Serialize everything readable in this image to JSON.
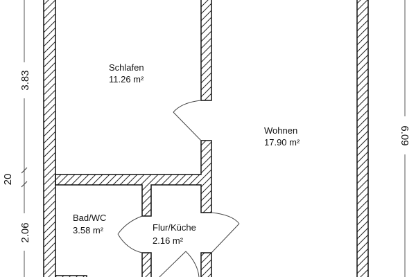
{
  "plan": {
    "colors": {
      "wall_stroke": "#111111",
      "hatch": "#222222",
      "dim_line": "#555555",
      "door": "#444444",
      "background": "#ffffff"
    },
    "rooms": [
      {
        "name": "Schlafen",
        "area": "11.26 m²"
      },
      {
        "name": "Wohnen",
        "area": "17.90 m²"
      },
      {
        "name": "Bad/WC",
        "area": "3.58 m²"
      },
      {
        "name": "Flur/Küche",
        "area": "2.16 m²"
      }
    ],
    "dimensions": {
      "left_upper": "3.83",
      "left_wall": "20",
      "left_lower": "2.06",
      "right_total": "6.09"
    }
  }
}
